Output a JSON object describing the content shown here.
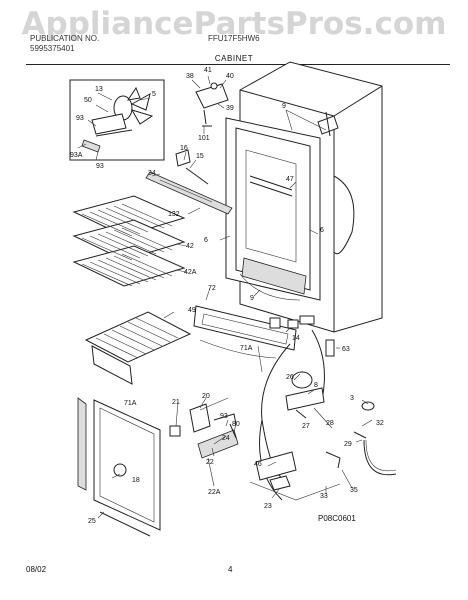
{
  "watermark": "AppliancePartsPros.com",
  "header": {
    "left_line1": "PUBLICATION NO.",
    "left_line2": "5995375401",
    "center": "FFU17F5HW6"
  },
  "title": "CABINET",
  "callouts": {
    "c13": "13",
    "c5": "5",
    "c50": "50",
    "c93a": "93",
    "c93A": "93A",
    "c93b": "93",
    "c41": "41",
    "c38": "38",
    "c40": "40",
    "c39": "39",
    "c101": "101",
    "c16": "16",
    "c15": "15",
    "c34": "34",
    "c132": "132",
    "c9a": "9",
    "c47": "47",
    "c6a": "6",
    "c6b": "6",
    "c42": "42",
    "c42A": "42A",
    "c49": "49",
    "c72": "72",
    "c9b": "9",
    "c14": "14",
    "c71Am": "71A",
    "c63": "63",
    "c26": "26",
    "c8": "8",
    "c3": "3",
    "c28": "28",
    "c27": "27",
    "c32": "32",
    "c29": "29",
    "c71Al": "71A",
    "c21": "21",
    "c20": "20",
    "c93c": "93",
    "c80": "80",
    "c24": "24",
    "c22": "22",
    "c22A": "22A",
    "c18": "18",
    "c25": "25",
    "c46": "46",
    "c23": "23",
    "c33": "33",
    "c35": "35"
  },
  "drawing_id": "P08C0601",
  "footer": {
    "date": "08/02",
    "page": "4"
  }
}
